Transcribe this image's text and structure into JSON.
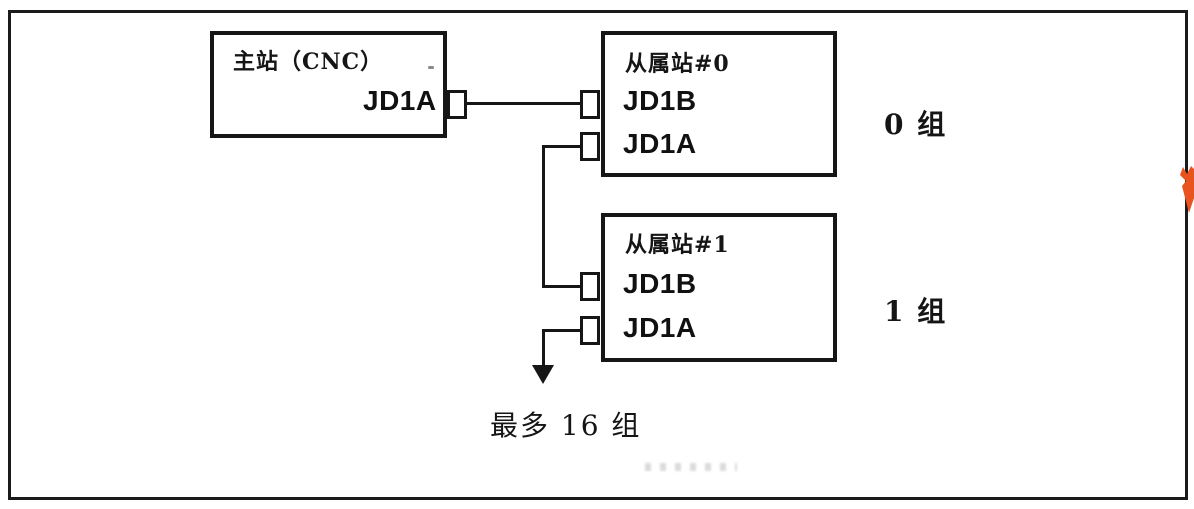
{
  "diagram": {
    "master": {
      "title": "主站（CNC）",
      "port": "JD1A"
    },
    "slaves": [
      {
        "title": "从属站#0",
        "ports": {
          "top": "JD1B",
          "bottom": "JD1A"
        },
        "group": "0 组"
      },
      {
        "title": "从属站#1",
        "ports": {
          "top": "JD1B",
          "bottom": "JD1A"
        },
        "group": "1 组"
      }
    ],
    "note": "最多 16 组",
    "colors": {
      "ink": "#161616",
      "background": "#ffffff",
      "marker": "#e8531f"
    }
  }
}
